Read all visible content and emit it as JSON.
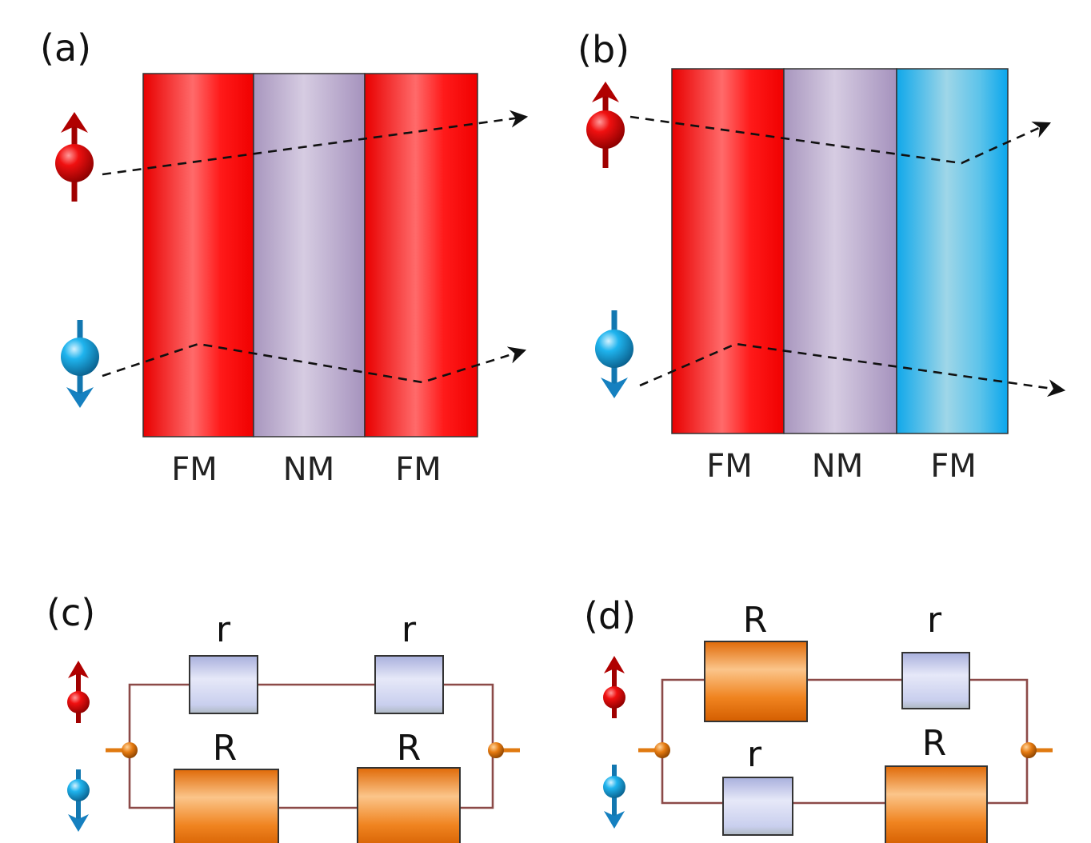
{
  "panels": {
    "a": {
      "label": "(a)",
      "layers": [
        "FM",
        "NM",
        "FM"
      ]
    },
    "b": {
      "label": "(b)",
      "layers": [
        "FM",
        "NM",
        "FM"
      ]
    },
    "c": {
      "label": "(c)",
      "top_resistors": [
        "r",
        "r"
      ],
      "bottom_resistors": [
        "R",
        "R"
      ]
    },
    "d": {
      "label": "(d)",
      "top_resistors": [
        "R",
        "r"
      ],
      "bottom_resistors": [
        "r",
        "R"
      ]
    }
  },
  "colors": {
    "ferromagnet_red": "#ff0000",
    "ferromagnet_blue": "#13aee8",
    "nonmagnet_purple": "#b4a2c8",
    "spin_up": "#e00000",
    "spin_down": "#1aa5dc",
    "large_resistor": "#ef7a10",
    "small_resistor": "#c4c8ea",
    "wire": "#8c4a48"
  },
  "icons": [
    "spin-up-electron-icon",
    "spin-down-electron-icon"
  ]
}
